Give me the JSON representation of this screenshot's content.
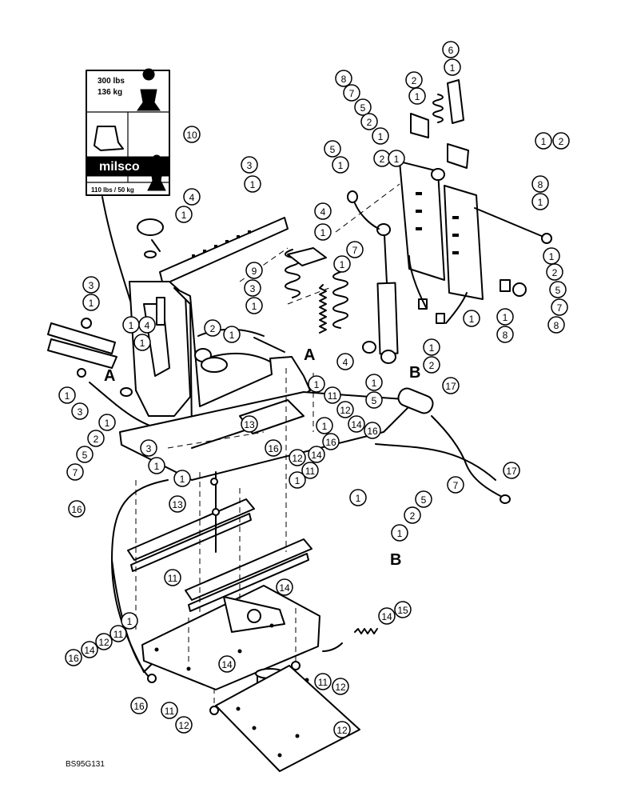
{
  "decal": {
    "top_weight_lbs": "300 lbs",
    "top_weight_kg": "136 kg",
    "brand": "milsco",
    "bottom_weight": "110 lbs / 50 kg"
  },
  "view_labels": {
    "a": "A",
    "b": "B"
  },
  "drawing_code": "BS95G131",
  "callouts": [
    "1",
    "2",
    "3",
    "4",
    "5",
    "6",
    "7",
    "8",
    "9",
    "10",
    "11",
    "12",
    "13",
    "14",
    "15",
    "16",
    "17"
  ]
}
